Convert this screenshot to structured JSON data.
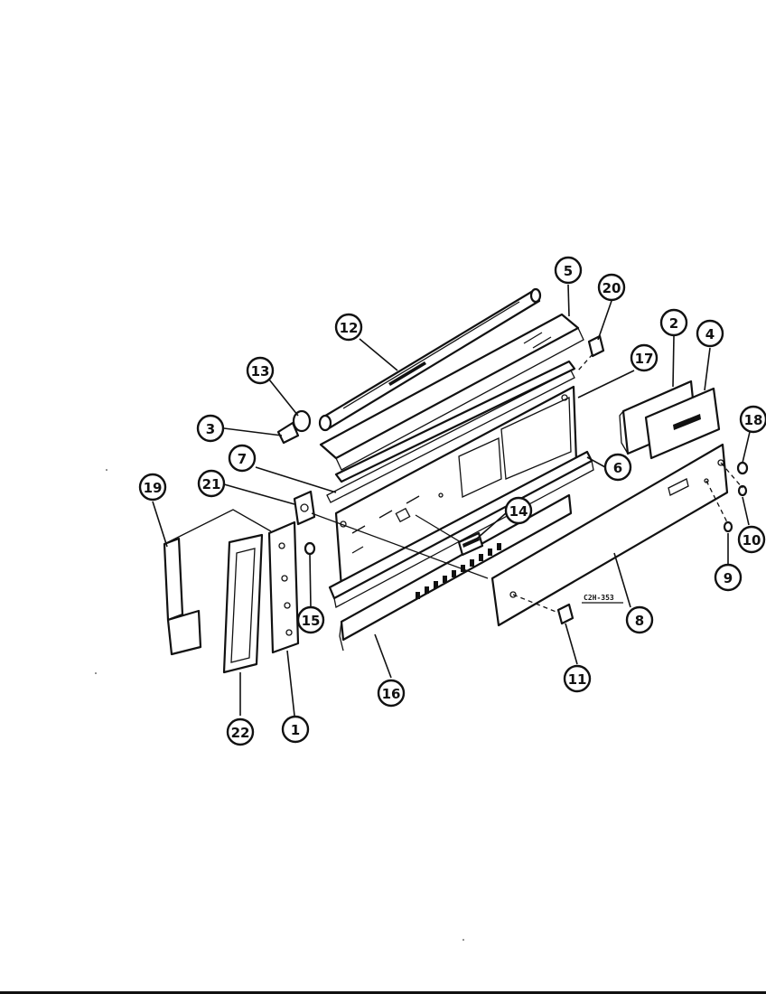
{
  "diagram": {
    "drawing_code": "C2H-353",
    "callouts": [
      {
        "label": "1"
      },
      {
        "label": "2"
      },
      {
        "label": "3"
      },
      {
        "label": "4"
      },
      {
        "label": "5"
      },
      {
        "label": "6"
      },
      {
        "label": "7"
      },
      {
        "label": "8"
      },
      {
        "label": "9"
      },
      {
        "label": "10"
      },
      {
        "label": "11"
      },
      {
        "label": "12"
      },
      {
        "label": "13"
      },
      {
        "label": "14"
      },
      {
        "label": "15"
      },
      {
        "label": "16"
      },
      {
        "label": "17"
      },
      {
        "label": "19"
      },
      {
        "label": "20"
      },
      {
        "label": "21"
      },
      {
        "label": "22"
      },
      {
        "label": "18"
      }
    ]
  }
}
